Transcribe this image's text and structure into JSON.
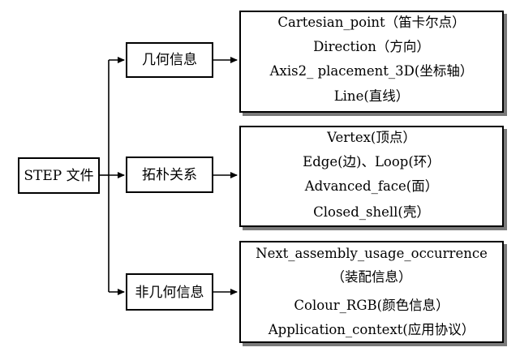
{
  "root": {
    "label": "STEP 文件"
  },
  "categories": [
    {
      "label": "几何信息",
      "items": [
        "Cartesian_point（笛卡尔点）",
        "Direction（方向）",
        "Axis2_ placement_3D(坐标轴）",
        "Line(直线）"
      ]
    },
    {
      "label": "拓朴关系",
      "items": [
        "Vertex(顶点）",
        "Edge(边)、Loop(环）",
        "Advanced_face(面）",
        "Closed_shell(壳）"
      ]
    },
    {
      "label": "非几何信息",
      "items": [
        "Next_assembly_usage_occurrence",
        "（装配信息）",
        "Colour_RGB(颜色信息）",
        "Application_context(应用协议）"
      ]
    }
  ]
}
